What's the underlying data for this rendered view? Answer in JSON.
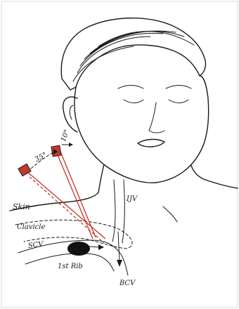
{
  "labels": {
    "angle_a": "35°",
    "angle_b": "10°",
    "skin": "Skin",
    "clavicle": "Clavicle",
    "scv": "SCV",
    "ijv": "IJV",
    "rib": "1st Rib",
    "bcv": "BCV"
  },
  "colors": {
    "ink": "#1a1a1a",
    "needle": "#c0392b",
    "needle_hub": "#c0392b",
    "rib_fill": "#111111",
    "frame": "#d8d8d8"
  }
}
